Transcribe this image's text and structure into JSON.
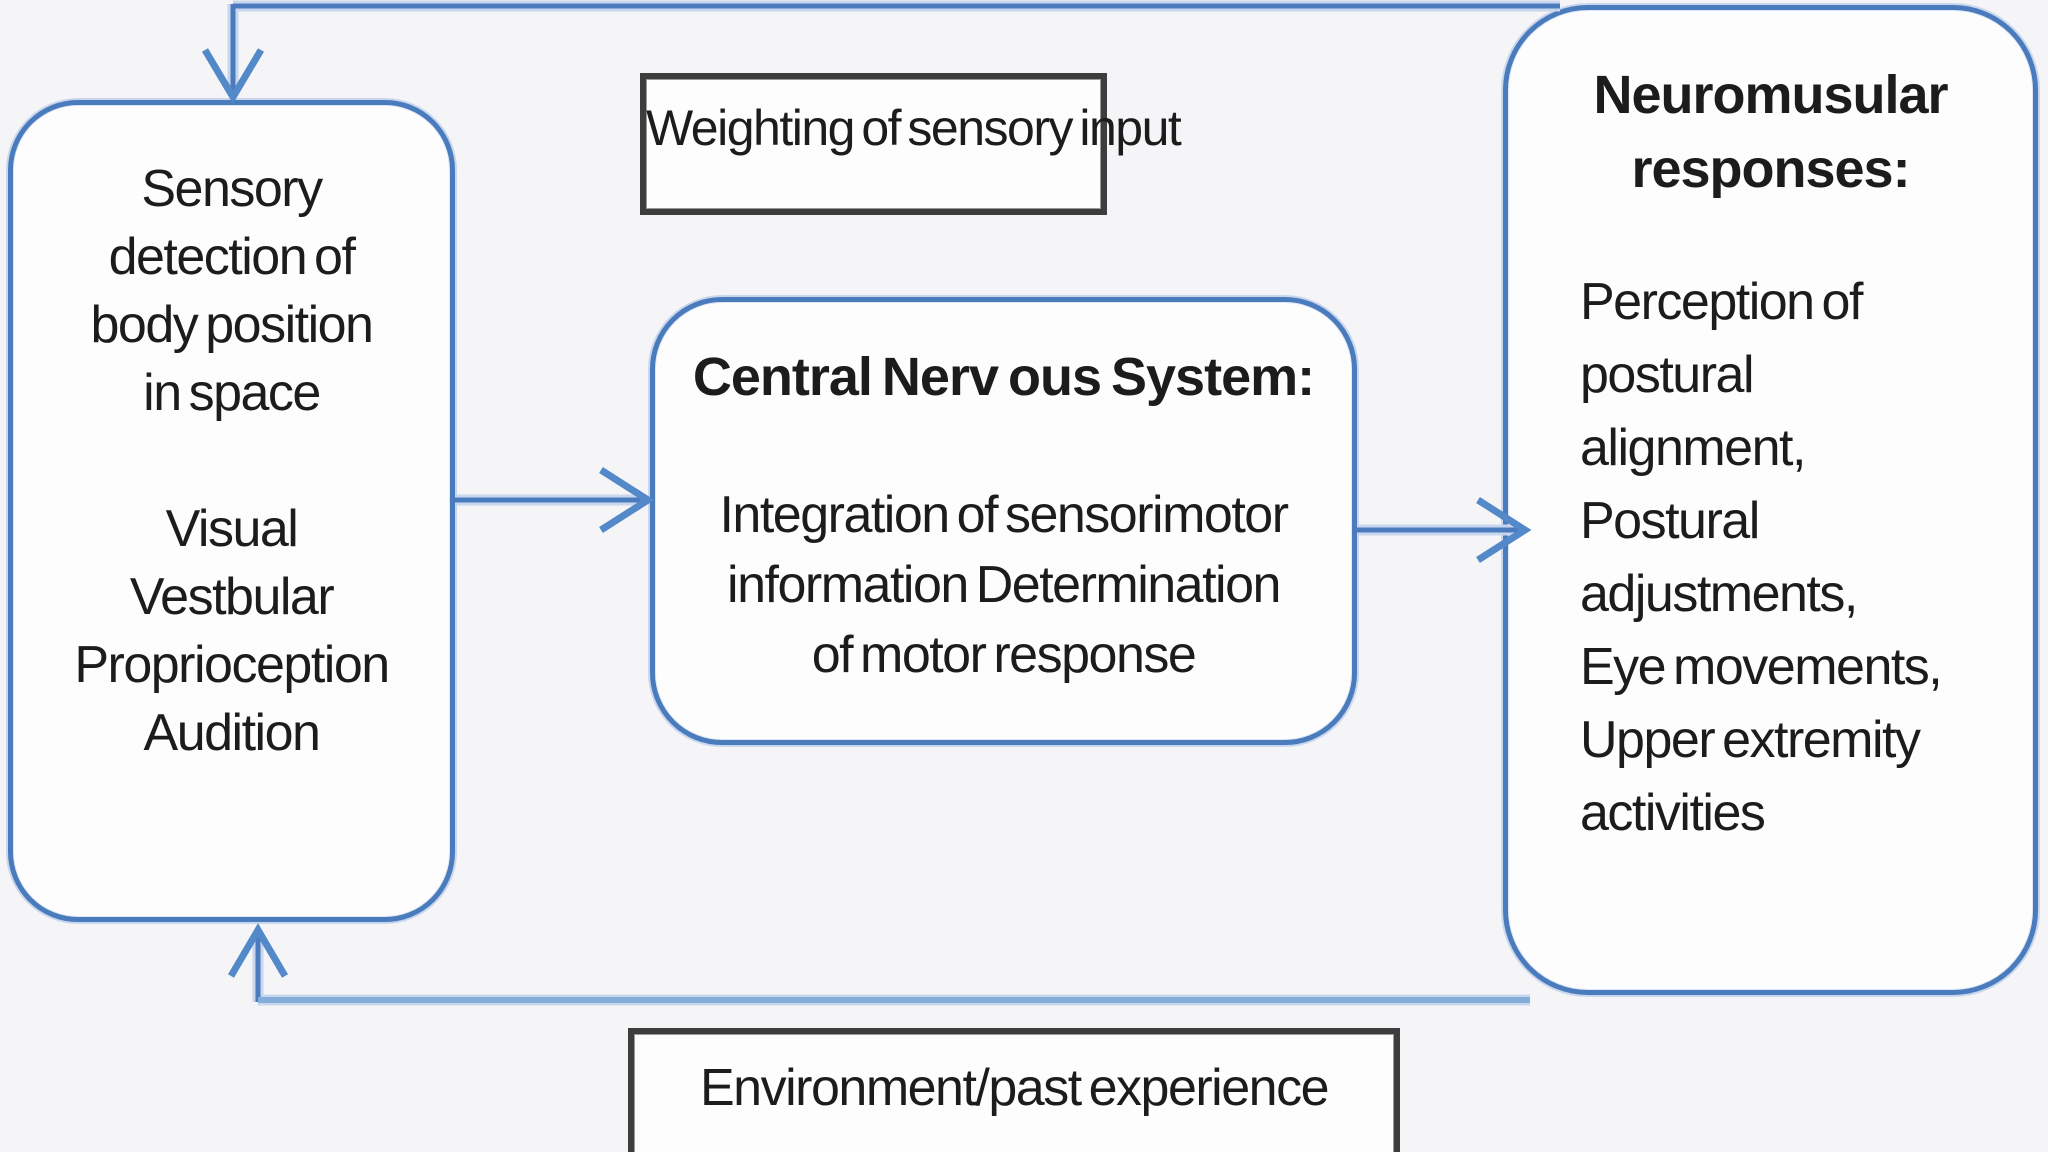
{
  "colors": {
    "background": "#f5f5f8",
    "box_fill": "#fdfdfe",
    "blue_border": "#4a7bbd",
    "blue_line_halo": "#c9d7ee",
    "blue_line_light": "#85add9",
    "dark_border": "#3d3d3d",
    "text": "#1c1c1c"
  },
  "boxes": {
    "sensory": {
      "lines": [
        "Sensory",
        "detection of",
        "body position",
        "in space",
        "",
        "Visual",
        "Vestbular",
        "Proprioception",
        "Audition"
      ]
    },
    "weighting": {
      "label": "Weighting of sensory input"
    },
    "cns": {
      "title": "Central Nerv ous System:",
      "lines": [
        "Integration of sensorimotor",
        "information Determination",
        "of motor response"
      ]
    },
    "neuro": {
      "title_lines": [
        "Neuromusular",
        "responses:"
      ],
      "lines": [
        "Perception of",
        "postural",
        "alignment,",
        "Postural",
        "adjustments,",
        "Eye movements,",
        "Upper extremity",
        "activities"
      ]
    },
    "environment": {
      "label": "Environment/past experience"
    }
  },
  "connectors": {
    "top_feedback": "line from right box top to arrow into top of sensory box",
    "sensory_to_cns": "arrow from sensory box to central nervous system box",
    "cns_to_neuro": "arrow from central nervous system box to neuromuscular responses box",
    "bottom_feedback": "line from right box bottom to arrow into bottom of sensory box"
  }
}
